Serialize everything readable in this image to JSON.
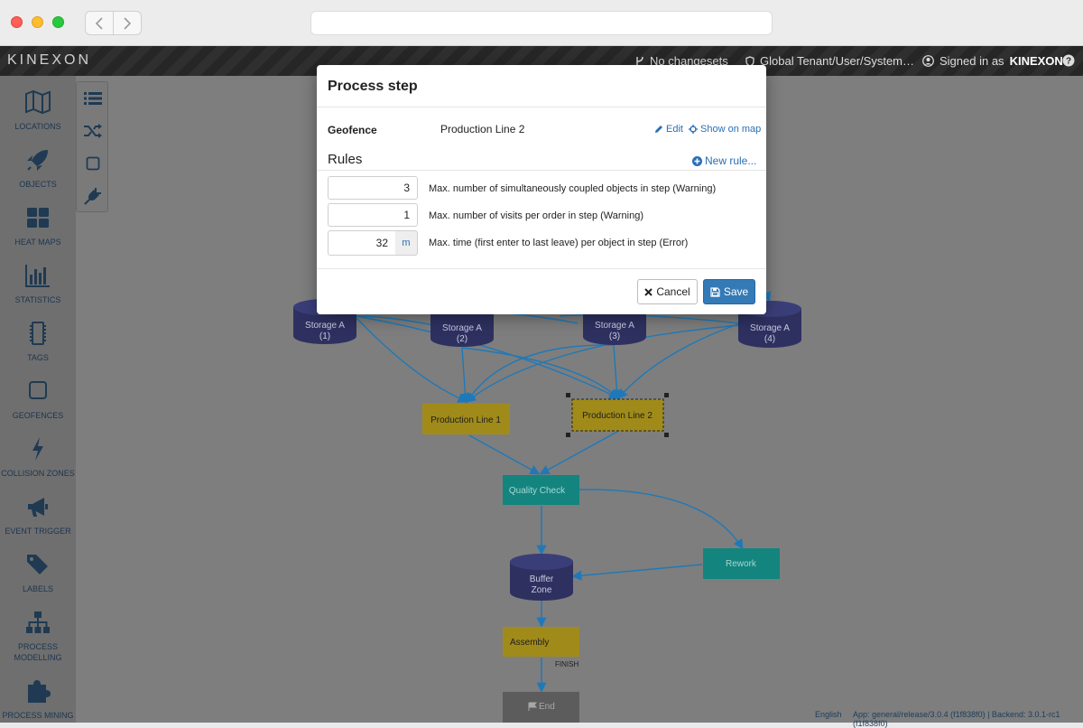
{
  "app": {
    "logo": "KINEXON",
    "changesets": "No changesets",
    "tenant": "Global Tenant/User/System…",
    "signed_in_prefix": "Signed in as",
    "signed_in_user": "KINEXON"
  },
  "sidebar": {
    "items": [
      {
        "label": "LOCATIONS",
        "icon": "map-icon"
      },
      {
        "label": "OBJECTS",
        "icon": "rocket-icon"
      },
      {
        "label": "HEAT MAPS",
        "icon": "grid-icon"
      },
      {
        "label": "STATISTICS",
        "icon": "bar-chart-icon"
      },
      {
        "label": "TAGS",
        "icon": "chip-icon"
      },
      {
        "label": "GEOFENCES",
        "icon": "square-icon"
      },
      {
        "label": "COLLISION ZONES",
        "icon": "bolt-icon"
      },
      {
        "label": "EVENT TRIGGER",
        "icon": "megaphone-icon"
      },
      {
        "label": "LABELS",
        "icon": "tags-icon"
      },
      {
        "label": "PROCESS",
        "label2": "MODELLING",
        "icon": "sitemap-icon"
      },
      {
        "label": "PROCESS MINING",
        "icon": "puzzle-icon"
      }
    ]
  },
  "diagram": {
    "storage1": {
      "line1": "Storage A",
      "line2": "(1)"
    },
    "storage2": {
      "line1": "Storage A",
      "line2": "(2)"
    },
    "storage3": {
      "line1": "Storage A",
      "line2": "(3)"
    },
    "storage4": {
      "line1": "Storage A",
      "line2": "(4)"
    },
    "production1": "Production Line 1",
    "production2": "Production Line 2",
    "quality": "Quality Check",
    "rework": "Rework",
    "buffer": {
      "line1": "Buffer",
      "line2": "Zone"
    },
    "assembly": "Assembly",
    "finish": "FINISH",
    "end": "End"
  },
  "footer": {
    "language": "English",
    "version": "App: general/release/3.0.4 (f1f838f0) | Backend: 3.0.1-rc1 (f1f838f0)"
  },
  "modal": {
    "title": "Process step",
    "geofence_label": "Geofence",
    "geofence_value": "Production Line 2",
    "edit": "Edit",
    "show_on_map": "Show on map",
    "rules_title": "Rules",
    "new_rule": "New rule...",
    "rules": [
      {
        "value": "3",
        "description": "Max. number of simultaneously coupled objects in step (Warning)"
      },
      {
        "value": "1",
        "description": "Max. number of visits per order in step (Warning)"
      },
      {
        "value": "32",
        "unit": "m",
        "description": "Max. time (first enter to last leave) per object in step (Error)"
      }
    ],
    "cancel": "Cancel",
    "save": "Save"
  },
  "colors": {
    "accent": "#337ab7",
    "storage": "#2e3160",
    "production": "#a08b1a",
    "process": "#14847e"
  }
}
